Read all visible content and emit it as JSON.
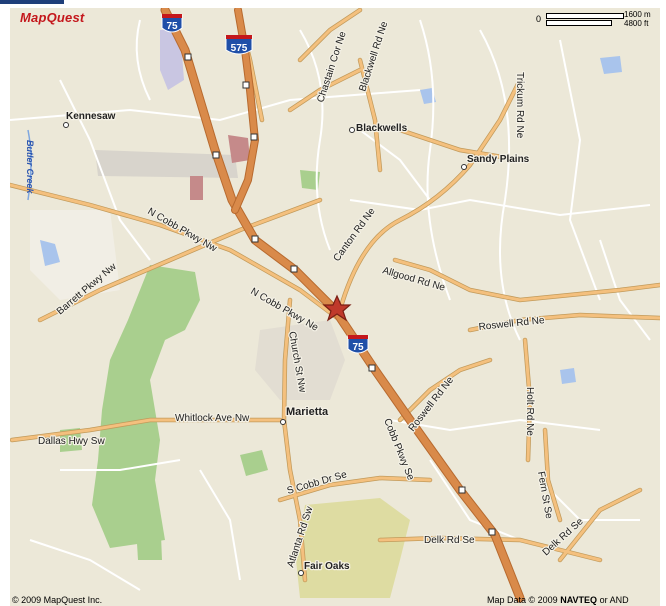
{
  "brand": {
    "logo": "MapQuest",
    "logo_color": "#c4171c"
  },
  "scale": {
    "zero": "0",
    "metric": "1600 m",
    "imperial": "4800 ft"
  },
  "places": {
    "kennesaw": "Kennesaw",
    "blackwells": "Blackwells",
    "sandy_plains": "Sandy Plains",
    "marietta": "Marietta",
    "fair_oaks": "Fair Oaks"
  },
  "roads": {
    "chastain": "Chastain Cor Ne",
    "blackwell": "Blackwell Rd Ne",
    "trickum": "Trickum Rd Ne",
    "canton": "Canton Rd Ne",
    "allgood": "Allgood Rd Ne",
    "n_cobb_pkwy_nw": "N Cobb Pkwy Nw",
    "n_cobb_pkwy_ne": "N Cobb Pkwy Ne",
    "barrett": "Barrett Pkwy Nw",
    "roswell_rd_ne": "Roswell Rd Ne",
    "roswell_rd_ne_2": "Roswell Rd Ne",
    "church": "Church St Nw",
    "whitlock": "Whitlock Ave Nw",
    "dallas": "Dallas Hwy Sw",
    "holt": "Holt Rd Ne",
    "cobb_pkwy_se": "Cobb Pkwy Se",
    "s_cobb": "S Cobb Dr Se",
    "fern": "Fern St Se",
    "atlanta": "Atlanta Rd Sw",
    "delk": "Delk Rd Se",
    "delk_2": "Delk Rd Se"
  },
  "waterways": {
    "butler_creek": "Butler Creek"
  },
  "highways": {
    "i75_top": "75",
    "i575": "575",
    "i75_mid": "75"
  },
  "colors": {
    "background": "#ece8d8",
    "interstate": "#d98a4a",
    "major_road": "#f4c07e",
    "minor_road": "#ffffff",
    "park": "#a9cf8e",
    "water": "#a9c4ec",
    "marker": "#c0392b"
  },
  "marker": {
    "icon": "star-marker-icon"
  },
  "footer": {
    "copyright": "© 2009 MapQuest Inc.",
    "map_data": "Map Data  © 2009",
    "provider": "NAVTEQ",
    "suffix": "or  AND"
  }
}
